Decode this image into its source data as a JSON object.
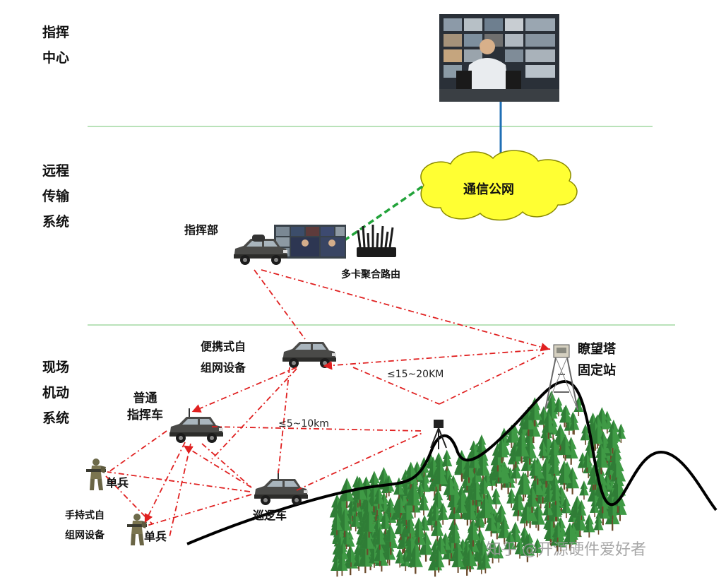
{
  "sections": {
    "command_center": {
      "line1": "指挥",
      "line2": "中心"
    },
    "remote_transmission": {
      "line1": "远程",
      "line2": "传输",
      "line3": "系统"
    },
    "field_mobile": {
      "line1": "现场",
      "line2": "机动",
      "line3": "系统"
    }
  },
  "nodes": {
    "public_network": "通信公网",
    "command_post": "指挥部",
    "router": "多卡聚合路由",
    "portable_device": {
      "line1": "便携式自",
      "line2": "组网设备"
    },
    "watchtower": {
      "line1": "瞭望塔",
      "line2": "固定站"
    },
    "command_vehicle": {
      "line1": "普通",
      "line2": "指挥车"
    },
    "soldier_1": "单兵",
    "soldier_2": "单兵",
    "handheld_device": {
      "line1": "手持式自",
      "line2": "组网设备"
    },
    "patrol_vehicle": "巡逻车"
  },
  "link_ranges": {
    "long_range": "≤15~20KM",
    "short_range": "≤5~10km"
  },
  "colors": {
    "divider": "#8fd08f",
    "fiber_link": "#1f6fb5",
    "network_link": "#22a33a",
    "wireless_link": "#e02020",
    "cloud_fill": "#ffff33",
    "cloud_stroke": "#8a8a00"
  },
  "watermark": "知乎 @开源硬件爱好者"
}
